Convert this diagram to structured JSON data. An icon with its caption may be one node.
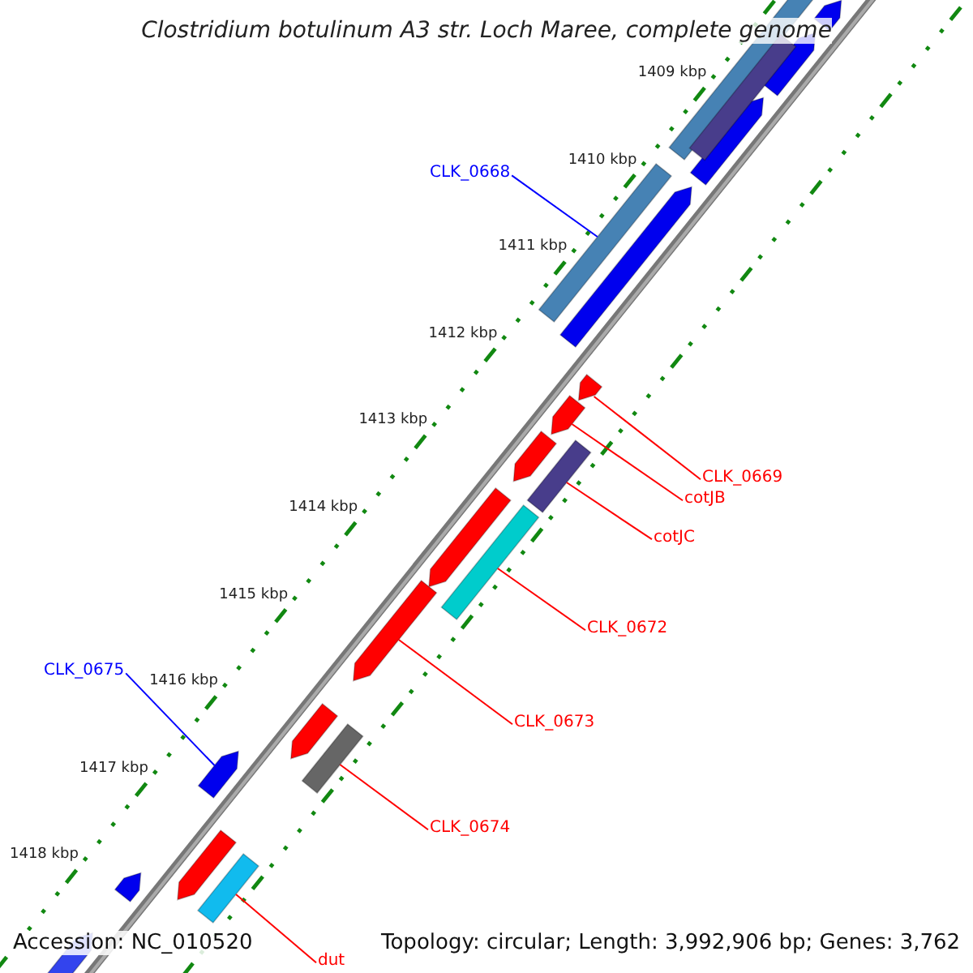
{
  "diagram": {
    "title": "Clostridium botulinum A3 str. Loch Maree, complete genome",
    "nodes": [
      {
        "text": [
          "CLK_0668"
        ]
      },
      {
        "text": [],
        "shape": "bar"
      },
      {
        "text": [
          "CLK_0669"
        ]
      },
      {
        "text": [],
        "shape": "bar"
      },
      {
        "text": [
          "cotJB"
        ]
      },
      {
        "text": [],
        "shape": "bar"
      },
      {
        "text": [
          "cotJC"
        ]
      },
      {
        "text": [],
        "shape": "bar"
      },
      {
        "text": [
          "CLK_0672"
        ]
      },
      {
        "text": [],
        "shape": "bar"
      },
      {
        "text": [
          "CLK_0673"
        ]
      },
      {
        "text": [],
        "shape": "bar"
      },
      {
        "text": [
          "CLK_0674"
        ]
      },
      {
        "text": [],
        "shape": "bar"
      },
      {
        "text": [
          "CLK_0675"
        ]
      },
      {
        "text": [],
        "shape": "bar"
      },
      {
        "text": [
          "dut"
        ]
      },
      {
        "text": [],
        "shape": "bar"
      }
    ],
    "edges": [
      {
        "from": 0,
        "to": 1,
        "arrow": "none",
        "color": "#0000ff"
      },
      {
        "from": 2,
        "to": 3,
        "arrow": "none"
      },
      {
        "from": 4,
        "to": 5,
        "arrow": "none"
      },
      {
        "from": 6,
        "to": 7,
        "arrow": "none"
      },
      {
        "from": 8,
        "to": 9,
        "arrow": "none"
      },
      {
        "from": 10,
        "to": 11,
        "arrow": "none"
      },
      {
        "from": 12,
        "to": 13,
        "arrow": "none"
      },
      {
        "from": 14,
        "to": 15,
        "arrow": "none",
        "color": "#0000ff"
      },
      {
        "from": 16,
        "to": 17,
        "arrow": "none"
      }
    ],
    "labels": [
      "1409 kbp",
      "1410 kbp",
      "1411 kbp",
      "1412 kbp",
      "1413 kbp",
      "1414 kbp",
      "1415 kbp",
      "1416 kbp",
      "1417 kbp",
      "1418 kbp",
      "Accession: NC_010520",
      "Topology: circular; Length: 3,992,906 bp; Genes: 3,762"
    ]
  }
}
